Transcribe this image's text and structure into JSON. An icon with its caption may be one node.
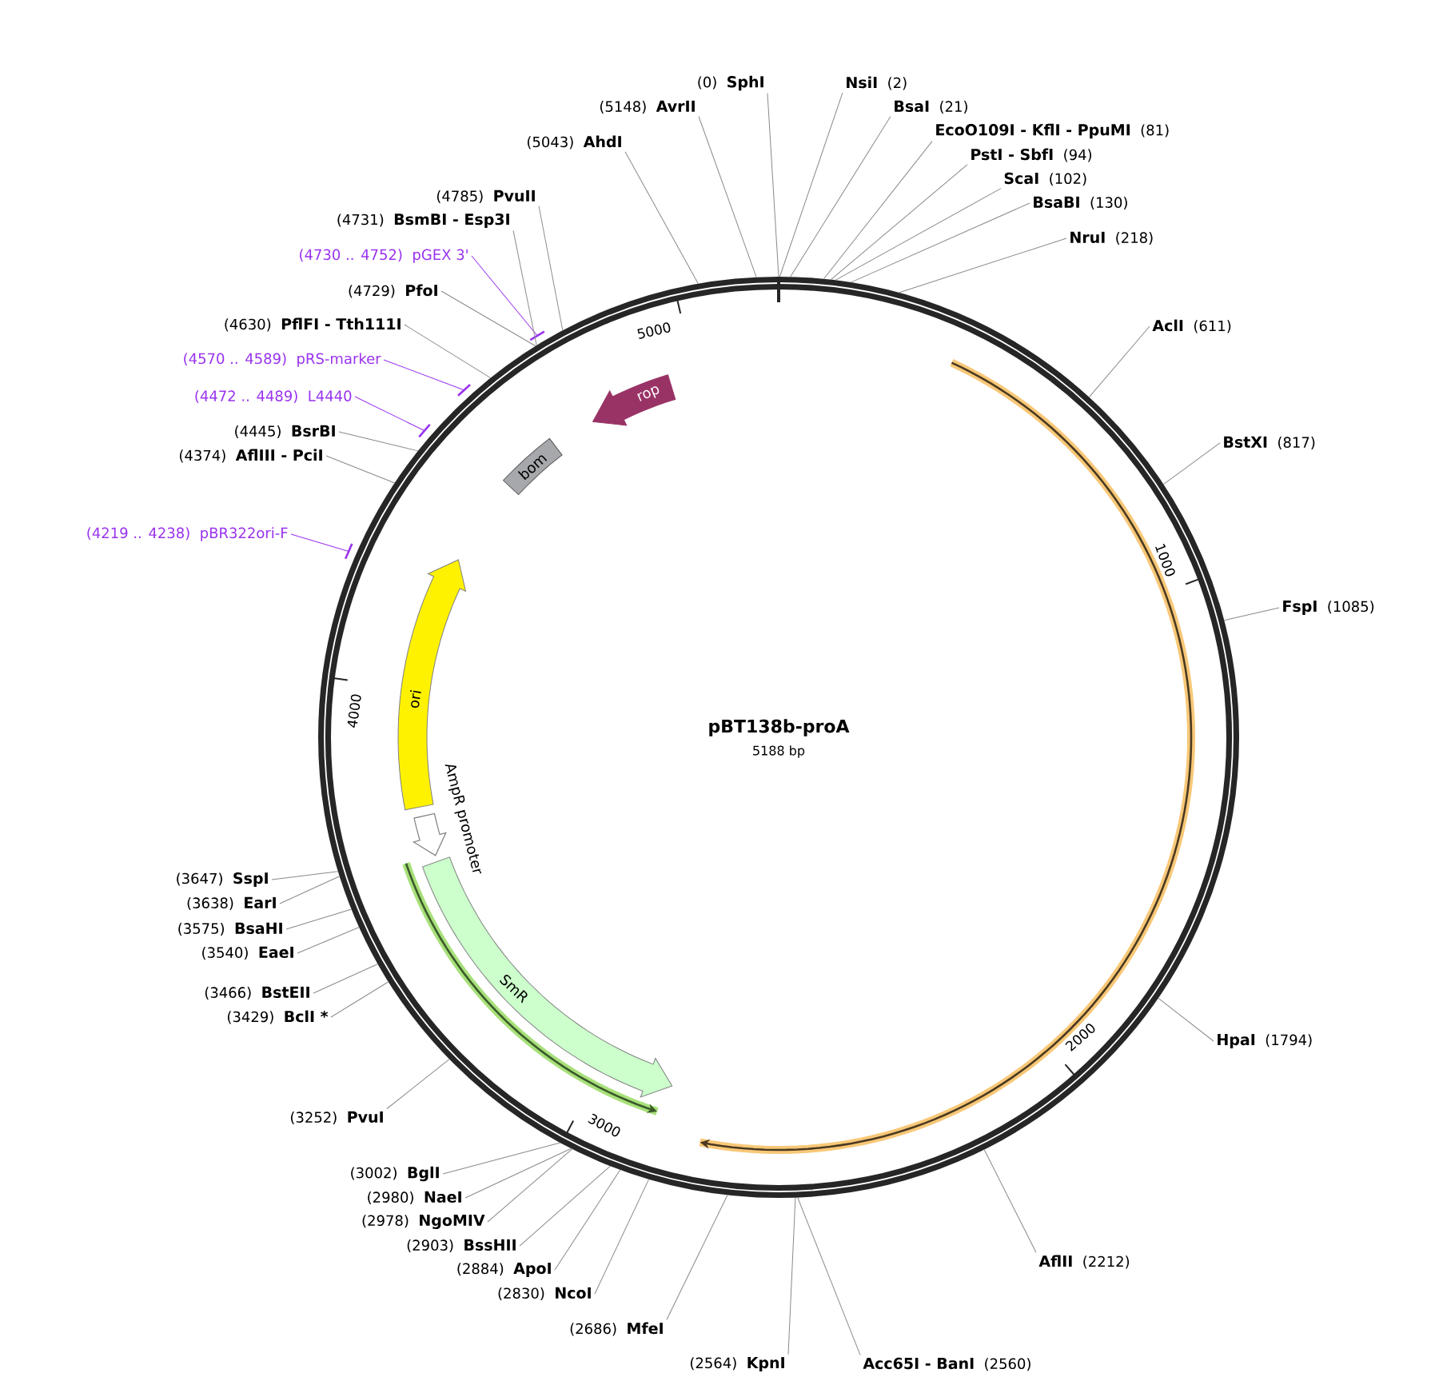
{
  "diagram": {
    "title": "pBT138b-proA",
    "nodes": [
      {
        "text": [
          "(0)",
          "SphI"
        ]
      },
      {
        "text": [
          "NsiI",
          "(2)"
        ]
      },
      {
        "text": [
          "BsaI",
          "(21)"
        ]
      },
      {
        "text": [
          "EcoO109I - KflI - PpuMI",
          "(81)"
        ]
      },
      {
        "text": [
          "PstI - SbfI",
          "(94)"
        ]
      },
      {
        "text": [
          "ScaI",
          "(102)"
        ]
      },
      {
        "text": [
          "BsaBI",
          "(130)"
        ]
      },
      {
        "text": [
          "NruI",
          "(218)"
        ]
      },
      {
        "text": [
          "AclI",
          "(611)"
        ]
      },
      {
        "text": [
          "BstXI",
          "(817)"
        ]
      },
      {
        "text": [
          "FspI",
          "(1085)"
        ]
      },
      {
        "text": [
          "HpaI",
          "(1794)"
        ]
      },
      {
        "text": [
          "AflII",
          "(2212)"
        ]
      },
      {
        "text": [
          "Acc65I - BanI",
          "(2560)"
        ]
      },
      {
        "text": [
          "(2564)",
          "KpnI"
        ]
      },
      {
        "text": [
          "(2686)",
          "MfeI"
        ]
      },
      {
        "text": [
          "(2830)",
          "NcoI"
        ]
      },
      {
        "text": [
          "(2884)",
          "ApoI"
        ]
      },
      {
        "text": [
          "(2903)",
          "BssHII"
        ]
      },
      {
        "text": [
          "(2978)",
          "NgoMIV"
        ]
      },
      {
        "text": [
          "(2980)",
          "NaeI"
        ]
      },
      {
        "text": [
          "(3002)",
          "BglI"
        ]
      },
      {
        "text": [
          "(3252)",
          "PvuI"
        ]
      },
      {
        "text": [
          "(3429)",
          "BclI *"
        ]
      },
      {
        "text": [
          "(3466)",
          "BstEII"
        ]
      },
      {
        "text": [
          "(3540)",
          "EaeI"
        ]
      },
      {
        "text": [
          "(3575)",
          "BsaHI"
        ]
      },
      {
        "text": [
          "(3638)",
          "EarI"
        ]
      },
      {
        "text": [
          "(3647)",
          "SspI"
        ]
      },
      {
        "text": [
          "(4219 .. 4238)",
          "pBR322ori-F"
        ]
      },
      {
        "text": [
          "(4374)",
          "AflIII - PciI"
        ]
      },
      {
        "text": [
          "(4445)",
          "BsrBI"
        ]
      },
      {
        "text": [
          "(4472 .. 4489)",
          "L4440"
        ]
      },
      {
        "text": [
          "(4570 .. 4589)",
          "pRS-marker"
        ]
      },
      {
        "text": [
          "(4630)",
          "PflFI - Tth111I"
        ]
      },
      {
        "text": [
          "(4729)",
          "PfoI"
        ]
      },
      {
        "text": [
          "(4730 .. 4752)",
          "pGEX 3'"
        ]
      },
      {
        "text": [
          "(4731)",
          "BsmBI - Esp3I"
        ]
      },
      {
        "text": [
          "(4785)",
          "PvuII"
        ]
      },
      {
        "text": [
          "(5043)",
          "AhdI"
        ]
      },
      {
        "text": [
          "(5148)",
          "AvrII"
        ]
      },
      {
        "text": [
          "rop"
        ]
      },
      {
        "text": [
          "bom"
        ]
      },
      {
        "text": [
          "ori"
        ]
      },
      {
        "text": [],
        "shape": "arrow",
        "beside": [
          "AmpR promoter"
        ]
      },
      {
        "text": [
          "SmR"
        ]
      }
    ],
    "edges": [
      {
        "from": 0,
        "to": null,
        "arrow": "none"
      },
      {
        "from": 1,
        "to": null,
        "arrow": "none"
      },
      {
        "from": 2,
        "to": null,
        "arrow": "none"
      },
      {
        "from": 3,
        "to": null,
        "arrow": "none"
      },
      {
        "from": 4,
        "to": null,
        "arrow": "none"
      },
      {
        "from": 5,
        "to": null,
        "arrow": "none"
      },
      {
        "from": 6,
        "to": null,
        "arrow": "none"
      },
      {
        "from": 7,
        "to": null,
        "arrow": "none"
      },
      {
        "from": 8,
        "to": null,
        "arrow": "none"
      },
      {
        "from": 9,
        "to": null,
        "arrow": "none"
      },
      {
        "from": 10,
        "to": null,
        "arrow": "none"
      },
      {
        "from": 11,
        "to": null,
        "arrow": "none"
      },
      {
        "from": 12,
        "to": null,
        "arrow": "none"
      },
      {
        "from": 13,
        "to": null,
        "arrow": "none"
      },
      {
        "from": 14,
        "to": null,
        "arrow": "none"
      },
      {
        "from": 15,
        "to": null,
        "arrow": "none"
      },
      {
        "from": 16,
        "to": null,
        "arrow": "none"
      },
      {
        "from": 17,
        "to": null,
        "arrow": "none"
      },
      {
        "from": 18,
        "to": null,
        "arrow": "none"
      },
      {
        "from": 19,
        "to": null,
        "arrow": "none"
      },
      {
        "from": 20,
        "to": null,
        "arrow": "none"
      },
      {
        "from": 21,
        "to": null,
        "arrow": "none"
      },
      {
        "from": 22,
        "to": null,
        "arrow": "none"
      },
      {
        "from": 23,
        "to": null,
        "arrow": "none"
      },
      {
        "from": 24,
        "to": null,
        "arrow": "none"
      },
      {
        "from": 25,
        "to": null,
        "arrow": "none"
      },
      {
        "from": 26,
        "to": null,
        "arrow": "none"
      },
      {
        "from": 27,
        "to": null,
        "arrow": "none"
      },
      {
        "from": 28,
        "to": null,
        "arrow": "none"
      },
      {
        "from": 29,
        "to": null,
        "arrow": "none",
        "color": "#9933ee"
      },
      {
        "from": 30,
        "to": null,
        "arrow": "none"
      },
      {
        "from": 31,
        "to": null,
        "arrow": "none"
      },
      {
        "from": 32,
        "to": null,
        "arrow": "none",
        "color": "#9933ee"
      },
      {
        "from": 33,
        "to": null,
        "arrow": "none",
        "color": "#9933ee"
      },
      {
        "from": 34,
        "to": null,
        "arrow": "none"
      },
      {
        "from": 35,
        "to": null,
        "arrow": "none"
      },
      {
        "from": 36,
        "to": null,
        "arrow": "none",
        "color": "#9933ee"
      },
      {
        "from": 37,
        "to": null,
        "arrow": "none"
      },
      {
        "from": 38,
        "to": null,
        "arrow": "none"
      },
      {
        "from": 39,
        "to": null,
        "arrow": "none"
      },
      {
        "from": 40,
        "to": null,
        "arrow": "none"
      }
    ],
    "labels": [
      "5000",
      "1000",
      "5188 bp",
      "4000",
      "2000",
      "3000"
    ]
  }
}
